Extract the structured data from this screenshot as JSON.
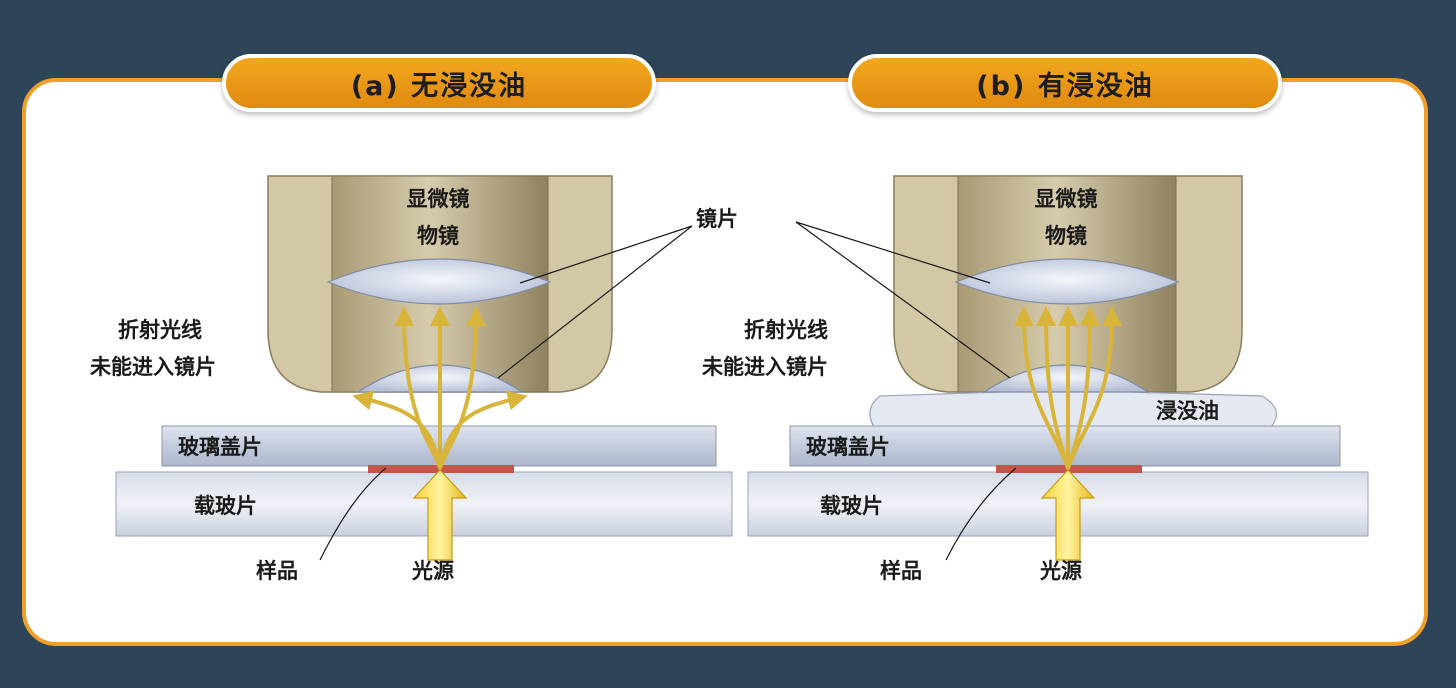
{
  "panels": {
    "a": {
      "title": "(a) 无浸没油"
    },
    "b": {
      "title": "(b) 有浸没油"
    }
  },
  "labels": {
    "objective_line1": "显微镜",
    "objective_line2": "物镜",
    "lens": "镜片",
    "refracted_line1": "折射光线",
    "refracted_line2": "未能进入镜片",
    "cover_glass": "玻璃盖片",
    "slide": "载玻片",
    "sample": "样品",
    "light_source": "光源",
    "immersion_oil": "浸没油"
  },
  "colors": {
    "background": "#2e4459",
    "frame": "#f0a02a",
    "pill": "#ea9716",
    "ray": "#e8c34a",
    "sample": "#c0574a",
    "glass": "#c5cee0"
  }
}
